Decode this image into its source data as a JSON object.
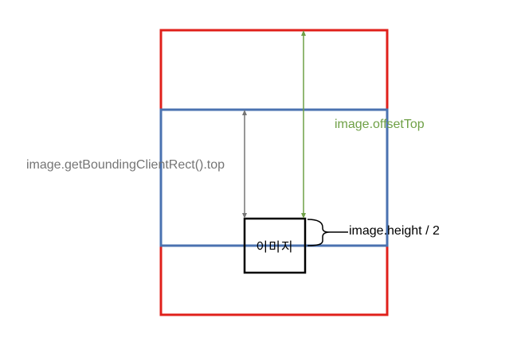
{
  "labels": {
    "offset_top": "image.offsetTop",
    "bounding_client_rect_top": "image.getBoundingClientRect().top",
    "half_height": "image.height / 2",
    "image_box": "이미지"
  },
  "colors": {
    "document": "#e0201b",
    "viewport": "#4a72b0",
    "image_box": "#000000",
    "offset_top": "#6fa046",
    "bounding_client_rect_top": "#757575",
    "half_height": "#000000"
  }
}
